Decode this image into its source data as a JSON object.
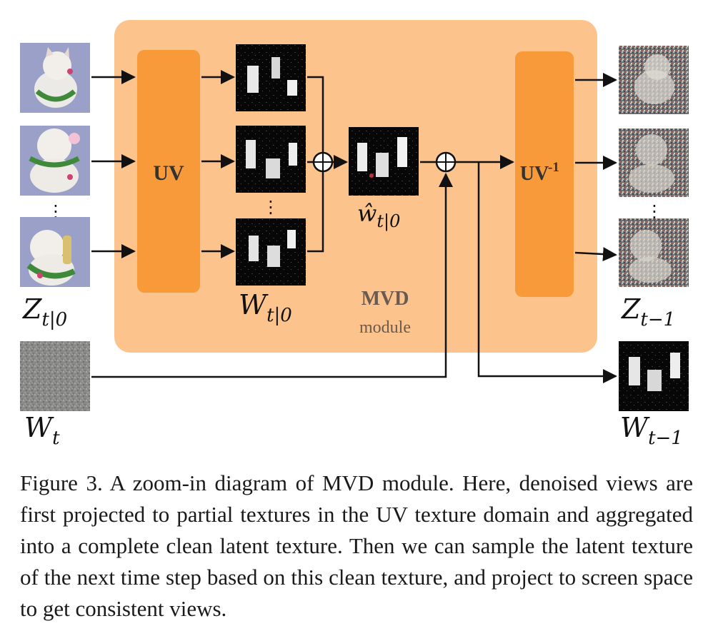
{
  "diagram": {
    "module": {
      "title": "MVD",
      "subtitle": "module"
    },
    "uv_label": "UV",
    "uv_inv_label": "UV",
    "uv_inv_superscript": "-1",
    "labels": {
      "z_t0": {
        "base": "Z",
        "sub": "t|0"
      },
      "w_t0": {
        "base": "W",
        "sub": "t|0"
      },
      "w_hat": {
        "base": "ŵ",
        "sub": "t|0"
      },
      "z_tm1": {
        "base": "Z",
        "sub": "t−1"
      },
      "w_t": {
        "base": "W",
        "sub": "t"
      },
      "w_tm1": {
        "base": "W",
        "sub": "t−1"
      }
    },
    "ellipsis": "⋮",
    "colors": {
      "module_bg": "#FCC48C",
      "uv_block": "#F99A3A",
      "arrow": "#111111"
    }
  },
  "caption": "Figure 3.  A zoom-in diagram of MVD module.  Here, denoised views are first projected to partial textures in the UV texture domain and aggregated into a complete clean latent texture. Then we can sample the latent texture of the next time step based on this clean texture, and project to screen space to get consistent views."
}
